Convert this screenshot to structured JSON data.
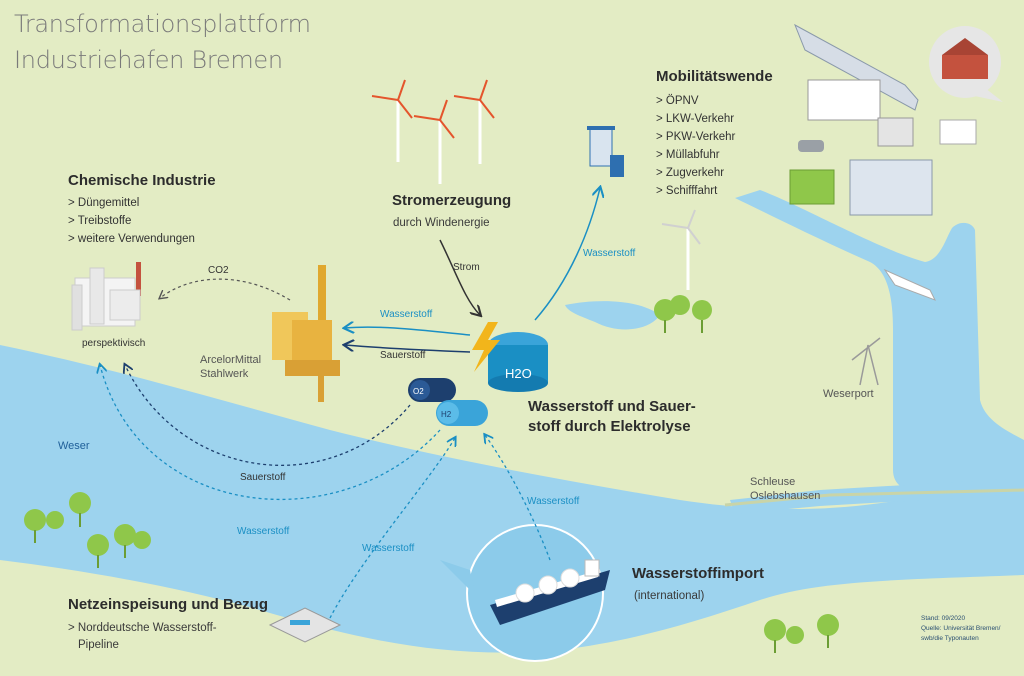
{
  "title": {
    "line1": "Transformationsplattform",
    "line2": "Industriehafen Bremen"
  },
  "chemie": {
    "heading": "Chemische Industrie",
    "items": [
      "> Düngemittel",
      "> Treibstoffe",
      "> weitere Verwendungen"
    ],
    "note": "perspektivisch"
  },
  "strom": {
    "heading": "Stromerzeugung",
    "sub": "durch Windenergie",
    "arrow": "Strom"
  },
  "mobil": {
    "heading": "Mobilitätswende",
    "items": [
      "> ÖPNV",
      "> LKW-Verkehr",
      "> PKW-Verkehr",
      "> Müllabfuhr",
      "> Zugverkehr",
      "> Schifffahrt"
    ]
  },
  "stahl": {
    "line1": "ArcelorMittal",
    "line2": "Stahlwerk"
  },
  "flows": {
    "co2": "CO2",
    "h2_stahl": "Wasserstoff",
    "o2_stahl": "Sauerstoff",
    "h2_mobil": "Wasserstoff",
    "o2_chem": "Sauerstoff",
    "h2_chem": "Wasserstoff",
    "h2_netz": "Wasserstoff",
    "h2_import": "Wasserstoff"
  },
  "elektrolyse": {
    "line1": "Wasserstoff und Sauer-",
    "line2": "stoff durch Elektrolyse",
    "tank": "H2O",
    "o2": "O2",
    "h2": "H2"
  },
  "weser": "Weser",
  "weserport": "Weserport",
  "schleuse": {
    "line1": "Schleuse",
    "line2": "Oslebshausen"
  },
  "import": {
    "heading": "Wasserstoffimport",
    "sub": "(international)"
  },
  "netz": {
    "heading": "Netzeinspeisung und Bezug",
    "line1": "> Norddeutsche Wasserstoff-",
    "line2": "Pipeline"
  },
  "credits": {
    "line1": "Stand: 09/2020",
    "line2": "Quelle: Universität Bremen/",
    "line3": "swb/die Typonauten"
  },
  "colors": {
    "land": "#e3ecc4",
    "water": "#9dd3ee",
    "accent": "#1a8fc4",
    "tree": "#8fc74a"
  }
}
